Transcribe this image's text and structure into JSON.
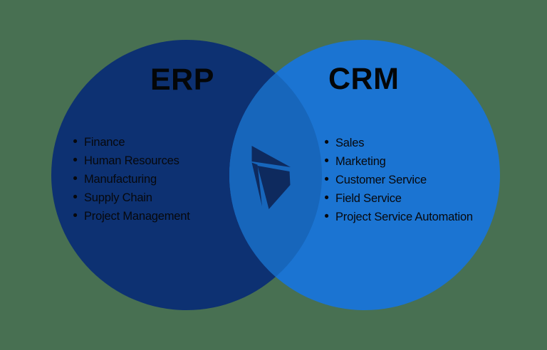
{
  "venn": {
    "background_color": "#487052",
    "bullet_char": "•",
    "left": {
      "title": "ERP",
      "circle_color": "#0d3172",
      "items": [
        "Finance",
        "Human Resources",
        "Manufacturing",
        "Supply Chain",
        "Project Management"
      ]
    },
    "right": {
      "title": "CRM",
      "circle_color": "#1b74d2",
      "items": [
        "Sales",
        "Marketing",
        "Customer Service",
        "Field Service",
        "Project Service Automation"
      ]
    },
    "overlap_color": "#1766bb",
    "logo": {
      "name": "dynamics-365-logo",
      "color": "#0e2a5e"
    }
  }
}
